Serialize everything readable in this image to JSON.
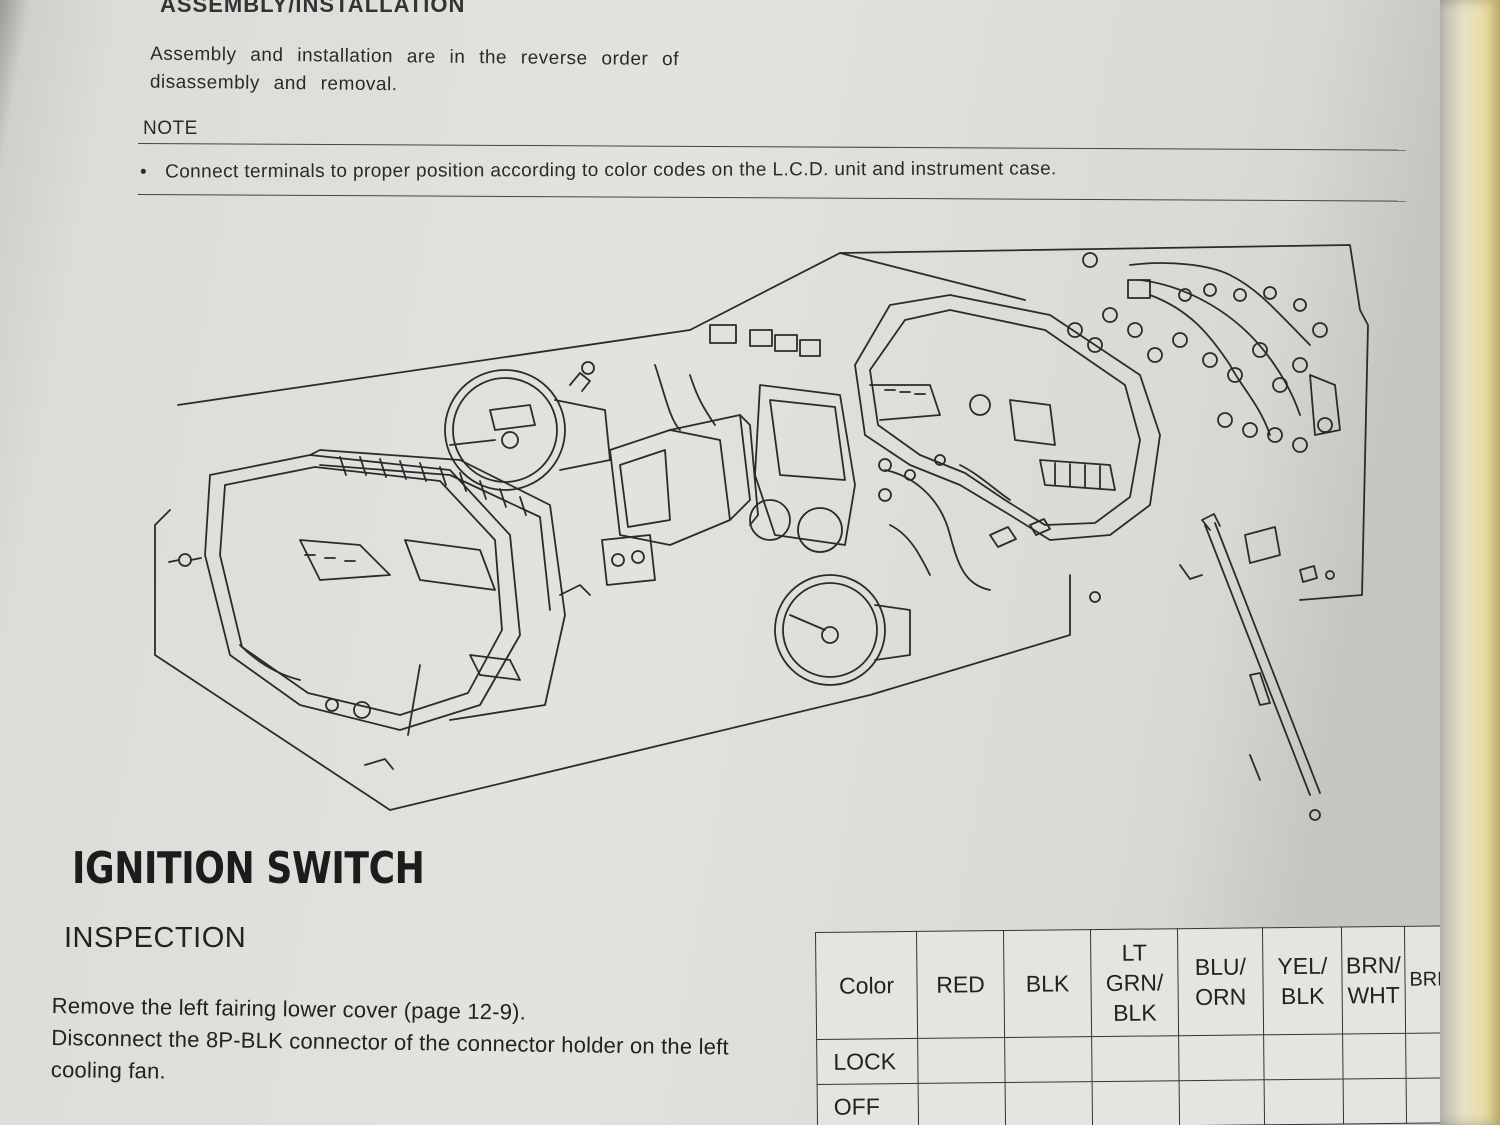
{
  "header": {
    "section": "ASSEMBLY/INSTALLATION"
  },
  "intro": "Assembly and installation are in the reverse order of disassembly and removal.",
  "note": {
    "label": "NOTE",
    "bullet": "•",
    "text": "Connect terminals to proper position according to color codes on the L.C.D. unit and instrument case."
  },
  "diagram": {
    "icon": "exploded-instrument-cluster-diagram"
  },
  "ignition": {
    "title": "IGNITION SWITCH",
    "subtitle": "INSPECTION",
    "step1": "Remove the left fairing lower cover (page 12-9).",
    "step2": "Disconnect the 8P-BLK connector of the connector holder on the left cooling fan."
  },
  "table": {
    "header_label": "Color",
    "columns": [
      [
        "RED"
      ],
      [
        "BLK"
      ],
      [
        "LT",
        "GRN/",
        "BLK"
      ],
      [
        "BLU/",
        "ORN"
      ],
      [
        "YEL/",
        "BLK"
      ],
      [
        "BRN/",
        "WHT"
      ],
      [
        "BRN"
      ]
    ],
    "rows": [
      "LOCK",
      "OFF"
    ]
  }
}
